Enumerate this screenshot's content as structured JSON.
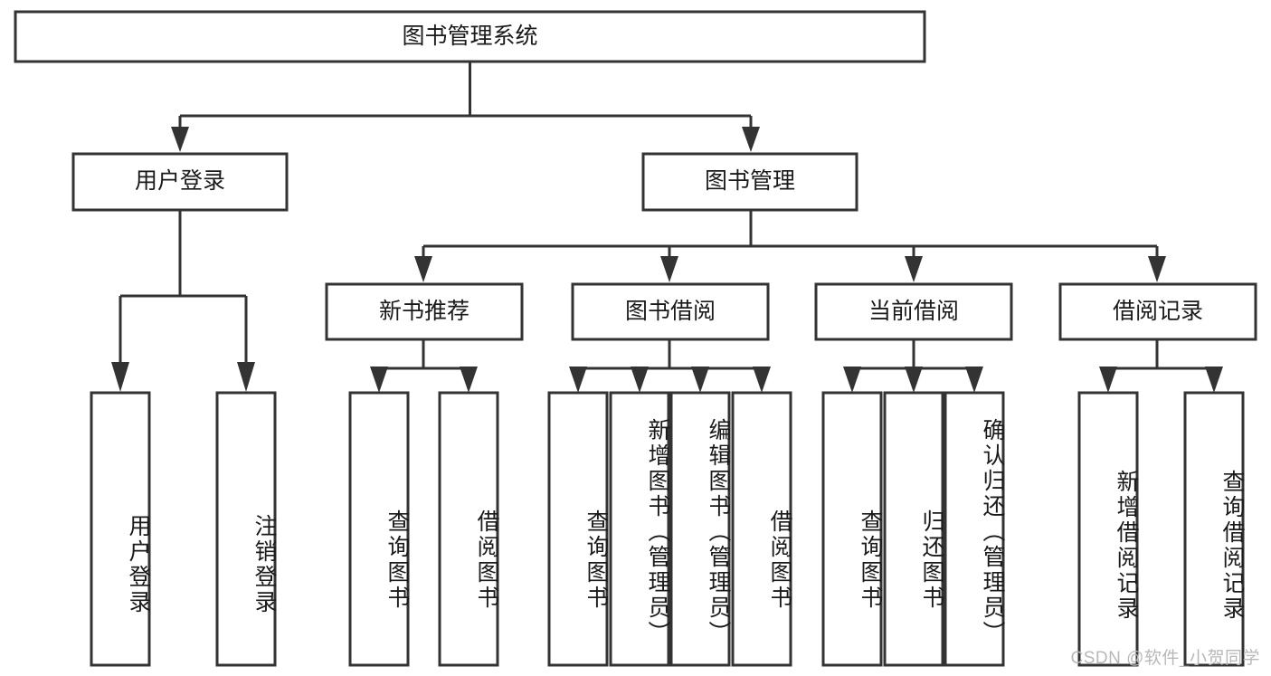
{
  "diagram": {
    "title": "图书管理系统",
    "watermark": "CSDN @软件_小贺同学",
    "theme": {
      "box_fill": "#ffffff",
      "box_stroke": "#333333",
      "text_color": "#1a1a1a",
      "background": "#ffffff",
      "watermark_color": "#b8b8b8"
    },
    "nodes": {
      "root": {
        "label": "图书管理系统",
        "level": 1,
        "orientation": "horizontal"
      },
      "l2_user_login": {
        "label": "用户登录",
        "level": 2,
        "orientation": "horizontal"
      },
      "l2_book_mgmt": {
        "label": "图书管理",
        "level": 2,
        "orientation": "horizontal"
      },
      "l3_new_book_rec": {
        "label": "新书推荐",
        "level": 3,
        "orientation": "horizontal"
      },
      "l3_book_borrow": {
        "label": "图书借阅",
        "level": 3,
        "orientation": "horizontal"
      },
      "l3_current_borrow": {
        "label": "当前借阅",
        "level": 3,
        "orientation": "horizontal"
      },
      "l3_borrow_record": {
        "label": "借阅记录",
        "level": 3,
        "orientation": "horizontal"
      },
      "leaf_user_login": {
        "label": "用户登录",
        "level": 4,
        "orientation": "vertical"
      },
      "leaf_user_logout": {
        "label": "注销登录",
        "level": 4,
        "orientation": "vertical"
      },
      "leaf_rec_query": {
        "label": "查询图书",
        "level": 4,
        "orientation": "vertical"
      },
      "leaf_rec_borrow": {
        "label": "借阅图书",
        "level": 4,
        "orientation": "vertical"
      },
      "leaf_borrow_query": {
        "label": "查询图书",
        "level": 4,
        "orientation": "vertical"
      },
      "leaf_borrow_add": {
        "label": "新增图书（管理员）",
        "level": 4,
        "orientation": "vertical"
      },
      "leaf_borrow_edit": {
        "label": "编辑图书（管理员）",
        "level": 4,
        "orientation": "vertical"
      },
      "leaf_borrow_lend": {
        "label": "借阅图书",
        "level": 4,
        "orientation": "vertical"
      },
      "leaf_cur_query": {
        "label": "查询图书",
        "level": 4,
        "orientation": "vertical"
      },
      "leaf_cur_return": {
        "label": "归还图书",
        "level": 4,
        "orientation": "vertical"
      },
      "leaf_cur_confirm": {
        "label": "确认归还（管理员）",
        "level": 4,
        "orientation": "vertical"
      },
      "leaf_rec_add": {
        "label": "新增借阅记录",
        "level": 4,
        "orientation": "vertical"
      },
      "leaf_rec_query2": {
        "label": "查询借阅记录",
        "level": 4,
        "orientation": "vertical"
      }
    },
    "edges": [
      {
        "from": "root",
        "to": "l2_user_login"
      },
      {
        "from": "root",
        "to": "l2_book_mgmt"
      },
      {
        "from": "l2_user_login",
        "to": "leaf_user_login"
      },
      {
        "from": "l2_user_login",
        "to": "leaf_user_logout"
      },
      {
        "from": "l2_book_mgmt",
        "to": "l3_new_book_rec"
      },
      {
        "from": "l2_book_mgmt",
        "to": "l3_book_borrow"
      },
      {
        "from": "l2_book_mgmt",
        "to": "l3_current_borrow"
      },
      {
        "from": "l2_book_mgmt",
        "to": "l3_borrow_record"
      },
      {
        "from": "l3_new_book_rec",
        "to": "leaf_rec_query"
      },
      {
        "from": "l3_new_book_rec",
        "to": "leaf_rec_borrow"
      },
      {
        "from": "l3_book_borrow",
        "to": "leaf_borrow_query"
      },
      {
        "from": "l3_book_borrow",
        "to": "leaf_borrow_add"
      },
      {
        "from": "l3_book_borrow",
        "to": "leaf_borrow_edit"
      },
      {
        "from": "l3_book_borrow",
        "to": "leaf_borrow_lend"
      },
      {
        "from": "l3_current_borrow",
        "to": "leaf_cur_query"
      },
      {
        "from": "l3_current_borrow",
        "to": "leaf_cur_return"
      },
      {
        "from": "l3_current_borrow",
        "to": "leaf_cur_confirm"
      },
      {
        "from": "l3_borrow_record",
        "to": "leaf_rec_add"
      },
      {
        "from": "l3_borrow_record",
        "to": "leaf_rec_query2"
      }
    ]
  }
}
